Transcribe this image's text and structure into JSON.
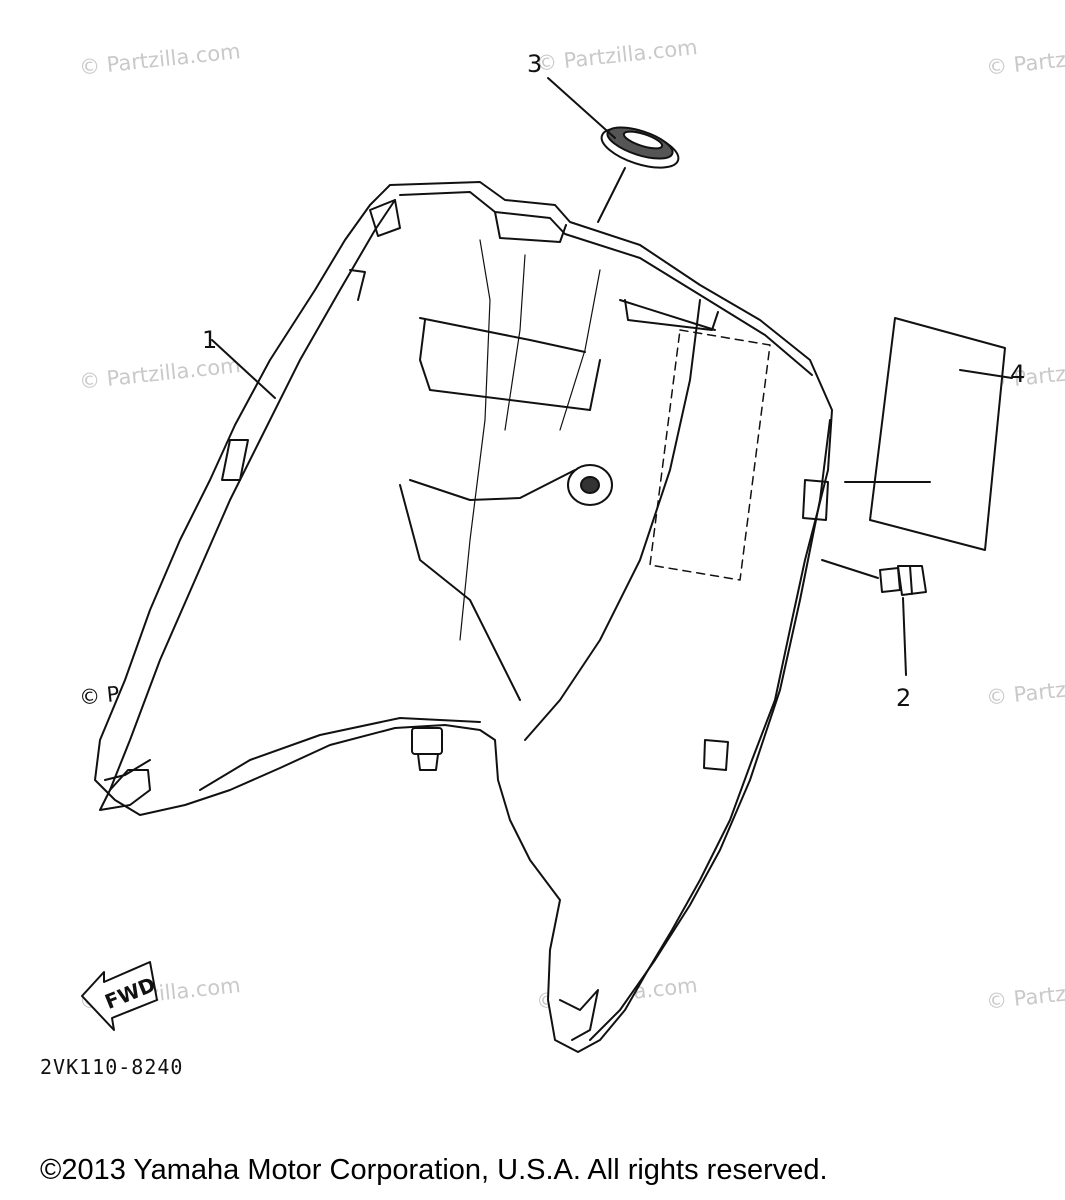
{
  "watermark_text": "© Partzilla.com",
  "callouts": [
    "1",
    "2",
    "3",
    "4"
  ],
  "fwd_label": "FWD",
  "part_code": "2VK110-8240",
  "copyright": "©2013 Yamaha Motor Corporation, U.S.A. All rights reserved."
}
